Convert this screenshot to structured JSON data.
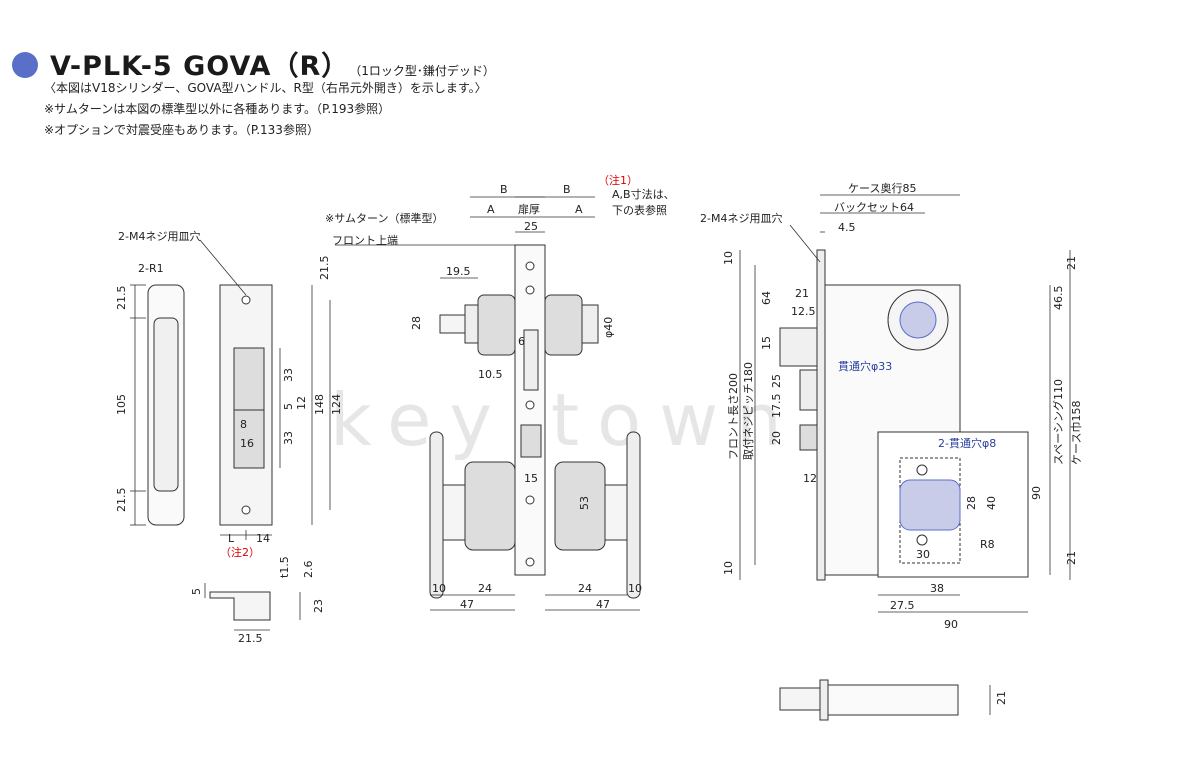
{
  "header": {
    "title": "V-PLK-5 GOVA（R）",
    "subtitle": "（1ロック型･鎌付デッド）",
    "note1": "〈本図はV18シリンダー、GOVA型ハンドル、R型（右吊元外開き）を示します。〉",
    "note2": "※サムターンは本図の標準型以外に各種あります。（P.193参照）",
    "note3": "※オプションで対震受座もあります。（P.133参照）"
  },
  "strike": {
    "screw_label": "2-M4ネジ用皿穴",
    "r1": "2-R1",
    "d21_5_top": "21.5",
    "d105": "105",
    "d21_5_bot": "21.5",
    "d33a": "33",
    "d33b": "33",
    "d5": "5",
    "d12": "12",
    "d148": "148",
    "d124": "124",
    "d8": "8",
    "d16": "16",
    "dL": "L",
    "d14": "14",
    "note2": "（注2）",
    "d1_5": "t1.5",
    "d2_6": "2.6",
    "d5b": "5",
    "d23": "23",
    "d21_5w": "21.5"
  },
  "front": {
    "thumb_label": "※サムターン（標準型）",
    "front_top": "フロント上端",
    "note1": "（注1）",
    "note1_text1": "A,B寸法は、",
    "note1_text2": "下の表参照",
    "B1": "B",
    "B2": "B",
    "A1": "A",
    "A2": "A",
    "thickness": "扉厚",
    "d25": "25",
    "d21_5": "21.5",
    "d19_5": "19.5",
    "d28": "28",
    "d40": "φ40",
    "d6": "6",
    "d10_5": "10.5",
    "d15": "15",
    "d53": "53",
    "d10a": "10",
    "d24a": "24",
    "d47a": "47",
    "d24b": "24",
    "d10b": "10",
    "d47b": "47"
  },
  "side": {
    "screw_label": "2-M4ネジ用皿穴",
    "case_depth": "ケース奥行85",
    "backset": "バックセット64",
    "d4_5": "4.5",
    "d10t": "10",
    "d64": "64",
    "d21": "21",
    "d12_5": "12.5",
    "d15": "15",
    "d25": "25",
    "d17_5": "17.5",
    "d20": "20",
    "d12": "12",
    "d10b": "10",
    "front_len": "フロント長さ200",
    "pitch": "取付ネジピッチ180",
    "hole33": "貫通穴φ33",
    "hole8": "2-貫通穴φ8",
    "d21r": "21",
    "d46_5": "46.5",
    "spacing": "スペーシング110",
    "case_w": "ケース巾158",
    "d90v": "90",
    "d21rb": "21",
    "d28": "28",
    "d40": "40",
    "d30": "30",
    "R8": "R8",
    "d38": "38",
    "d27_5": "27.5",
    "d90": "90",
    "d21bolt": "21"
  },
  "watermark": "key town"
}
